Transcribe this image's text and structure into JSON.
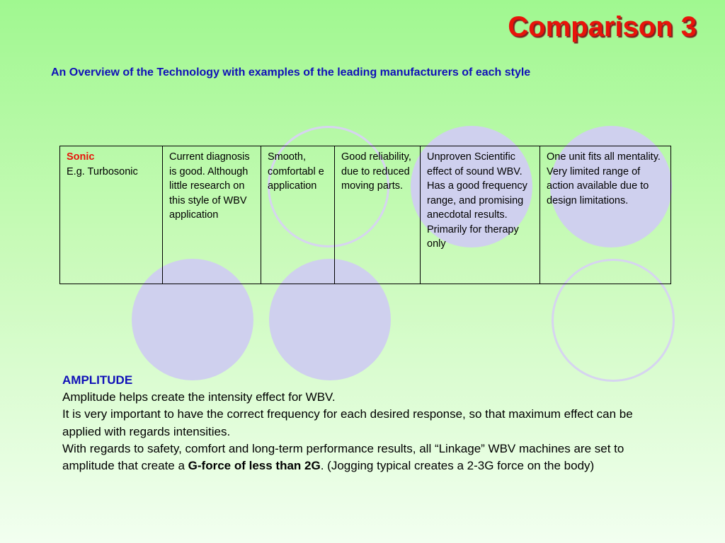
{
  "title": "Comparison 3",
  "subtitle": "An Overview of the Technology with examples of the leading manufacturers of each style",
  "table": {
    "row": {
      "type_name": "Sonic",
      "type_example": "E.g. Turbosonic",
      "cells": [
        "Current diagnosis is good. Although little research on this style of WBV application",
        "Smooth, comfortabl e application",
        "Good reliability, due to reduced moving parts.",
        [
          "Unproven Scientific effect of sound WBV.",
          "Has a good frequency range, and promising anecdotal results.",
          "Primarily for therapy only"
        ],
        [
          "One unit fits all mentality.",
          "Very limited range of action available due to design limitations."
        ]
      ]
    }
  },
  "amplitude": {
    "heading": "AMPLITUDE",
    "p1": "Amplitude helps create the intensity effect for WBV.",
    "p2": "It is very important to have the correct frequency for each desired response, so that maximum effect can be applied with regards intensities.",
    "p3_before": "With regards to safety, comfort and long-term performance results, all “Linkage” WBV machines are set to amplitude that create a ",
    "p3_bold": "G-force of less than 2G",
    "p3_after": ". (Jogging typical creates a 2-3G force on the body)"
  },
  "colors": {
    "title": "#e8140a",
    "subtitle": "#1010b8",
    "circle": "#cfd0ee"
  }
}
